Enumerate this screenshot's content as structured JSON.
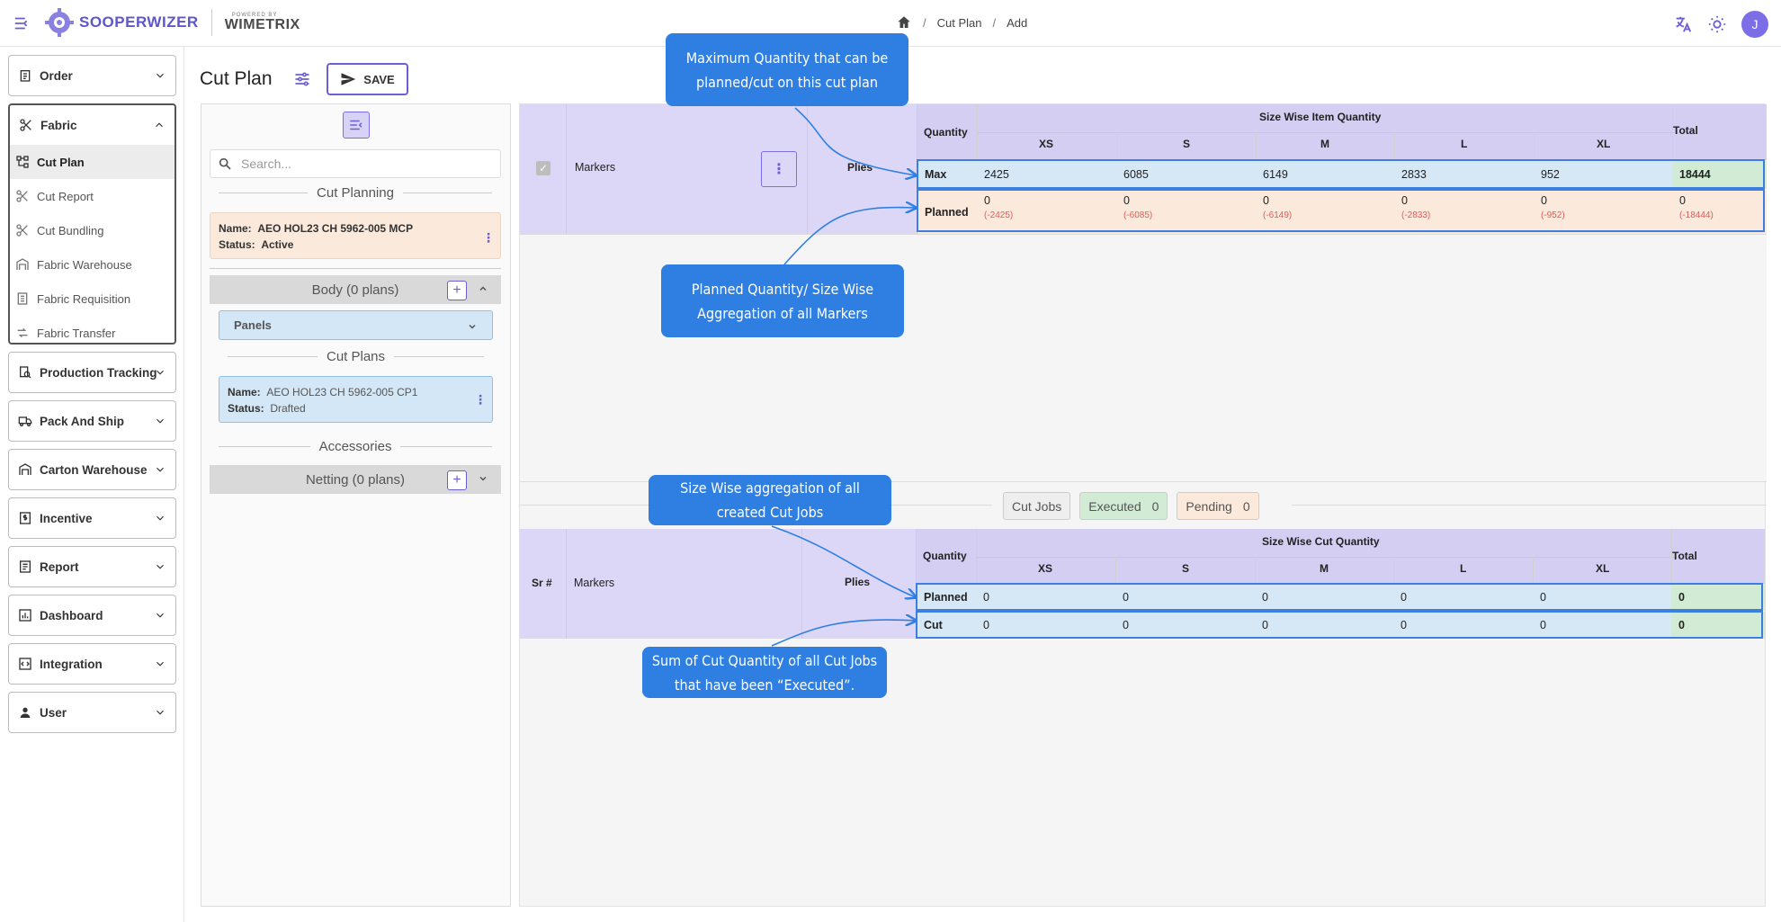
{
  "app": {
    "brand": "SOOPERWIZER",
    "powered_small": "POWERED BY",
    "powered_brand": "WIMETRIX",
    "avatar_letter": "J"
  },
  "breadcrumb": {
    "items": [
      "Cut Plan",
      "Add"
    ]
  },
  "sidebar": {
    "groups": [
      {
        "label": "Order",
        "icon": "clipboard-icon"
      },
      {
        "label": "Fabric",
        "icon": "scissors-icon",
        "expanded": true,
        "items": [
          {
            "label": "Cut Plan",
            "icon": "cut-plan-icon",
            "active": true
          },
          {
            "label": "Cut Report",
            "icon": "scissors-icon"
          },
          {
            "label": "Cut Bundling",
            "icon": "scissors-icon"
          },
          {
            "label": "Fabric Warehouse",
            "icon": "warehouse-icon"
          },
          {
            "label": "Fabric Requisition",
            "icon": "document-icon"
          },
          {
            "label": "Fabric Transfer",
            "icon": "transfer-icon"
          }
        ]
      },
      {
        "label": "Production Tracking",
        "icon": "search-doc-icon"
      },
      {
        "label": "Pack And Ship",
        "icon": "truck-icon"
      },
      {
        "label": "Carton Warehouse",
        "icon": "warehouse-icon"
      },
      {
        "label": "Incentive",
        "icon": "dollar-doc-icon"
      },
      {
        "label": "Report",
        "icon": "report-icon"
      },
      {
        "label": "Dashboard",
        "icon": "chart-icon"
      },
      {
        "label": "Integration",
        "icon": "integration-icon"
      },
      {
        "label": "User",
        "icon": "user-icon"
      }
    ]
  },
  "page": {
    "title": "Cut Plan",
    "save_label": "SAVE"
  },
  "left_panel": {
    "search_placeholder": "Search...",
    "cut_planning_title": "Cut Planning",
    "mcp_card": {
      "name_label": "Name:",
      "name": "AEO HOL23 CH 5962-005 MCP",
      "status_label": "Status:",
      "status": "Active"
    },
    "body_group": "Body (0 plans)",
    "panels_select": "Panels",
    "cut_plans_title": "Cut Plans",
    "cp_card": {
      "name_label": "Name:",
      "name": "AEO HOL23 CH 5962-005 CP1",
      "status_label": "Status:",
      "status": "Drafted"
    },
    "accessories_title": "Accessories",
    "netting_group": "Netting (0 plans)"
  },
  "top_table": {
    "markers_label": "Markers",
    "plies_label": "Plies",
    "quantity_label": "Quantity",
    "size_header": "Size Wise Item Quantity",
    "total_label": "Total",
    "sizes": [
      "XS",
      "S",
      "M",
      "L",
      "XL"
    ],
    "max_label": "Max",
    "max_values": [
      "2425",
      "6085",
      "6149",
      "2833",
      "952"
    ],
    "max_total": "18444",
    "planned_label": "Planned",
    "planned_values": [
      "0",
      "0",
      "0",
      "0",
      "0"
    ],
    "planned_diff": [
      "(-2425)",
      "(-6085)",
      "(-6149)",
      "(-2833)",
      "(-952)"
    ],
    "planned_total": "0",
    "planned_total_diff": "(-18444)"
  },
  "cut_jobs_bar": {
    "label": "Cut Jobs",
    "executed_label": "Executed",
    "executed_count": "0",
    "pending_label": "Pending",
    "pending_count": "0"
  },
  "bottom_table": {
    "sr_label": "Sr #",
    "markers_label": "Markers",
    "plies_label": "Plies",
    "quantity_label": "Quantity",
    "size_header": "Size Wise Cut Quantity",
    "total_label": "Total",
    "sizes": [
      "XS",
      "S",
      "M",
      "L",
      "XL"
    ],
    "planned_label": "Planned",
    "planned_values": [
      "0",
      "0",
      "0",
      "0",
      "0"
    ],
    "planned_total": "0",
    "cut_label": "Cut",
    "cut_values": [
      "0",
      "0",
      "0",
      "0",
      "0"
    ],
    "cut_total": "0"
  },
  "annotations": {
    "max_qty": "Maximum Quantity that can be planned/cut on this cut plan",
    "planned_qty": "Planned Quantity/ Size Wise Aggregation of all Markers",
    "size_wise": "Size Wise aggregation of all created Cut Jobs",
    "sum_cut": "Sum of Cut Quantity of all Cut Jobs that have been “Executed”."
  },
  "colors": {
    "accent": "#6b5fd3",
    "callout": "#2f7fe3",
    "highlight": "#3d7fde"
  }
}
